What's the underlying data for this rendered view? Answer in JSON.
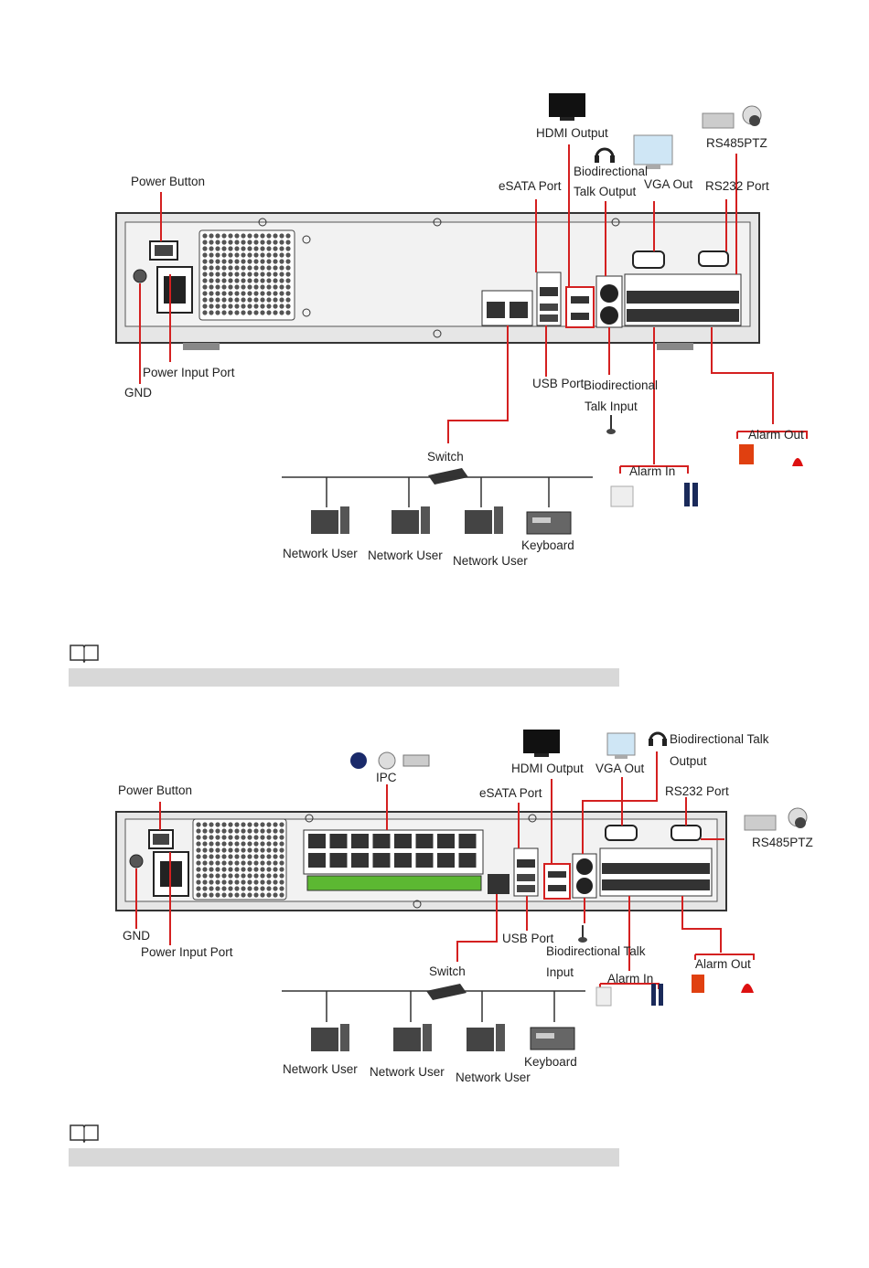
{
  "diagram1": {
    "labels": {
      "hdmi_output": "HDMI Output",
      "rs485ptz": "RS485PTZ",
      "biodirectional_talk_output_1": "Biodirectional",
      "biodirectional_talk_output_2": "Talk Output",
      "vga_out": "VGA Out",
      "rs232_port": "RS232 Port",
      "esata_port": "eSATA Port",
      "power_button": "Power Button",
      "power_input_port": "Power Input Port",
      "gnd": "GND",
      "usb_port": "USB Port",
      "biodirectional_talk_input_1": "Biodirectional",
      "biodirectional_talk_input_2": "Talk Input",
      "alarm_out": "Alarm Out",
      "switch": "Switch",
      "alarm_in": "Alarm In",
      "network_user_1": "Network User",
      "network_user_2": "Network User",
      "network_user_3": "Network User",
      "keyboard": "Keyboard"
    }
  },
  "diagram2": {
    "labels": {
      "ipc": "IPC",
      "hdmi_output": "HDMI Output",
      "vga_out": "VGA Out",
      "biodirectional_talk_output_1": "Biodirectional Talk",
      "biodirectional_talk_output_2": "Output",
      "power_button": "Power Button",
      "esata_port": "eSATA Port",
      "rs232_port": "RS232 Port",
      "rs485ptz": "RS485PTZ",
      "gnd": "GND",
      "power_input_port": "Power Input Port",
      "usb_port": "USB Port",
      "biodirectional_talk_input_1": "Biodirectional Talk",
      "biodirectional_talk_input_2": "Input",
      "alarm_out": "Alarm Out",
      "switch": "Switch",
      "alarm_in": "Alarm In",
      "network_user_1": "Network User",
      "network_user_2": "Network User",
      "network_user_3": "Network User",
      "keyboard": "Keyboard"
    }
  },
  "colors": {
    "callout_line": "#d42020",
    "chassis": "#e6e6e6",
    "chassis_stroke": "#333333",
    "poe_green": "#5cb832",
    "note_bar": "#d8d8d8"
  },
  "icons": [
    "monitor-icon",
    "headset-icon",
    "camera-icon",
    "microphone-icon",
    "siren-icon",
    "sensor-icon",
    "switch-icon",
    "computer-icon",
    "keyboard-icon",
    "note-book-icon"
  ]
}
